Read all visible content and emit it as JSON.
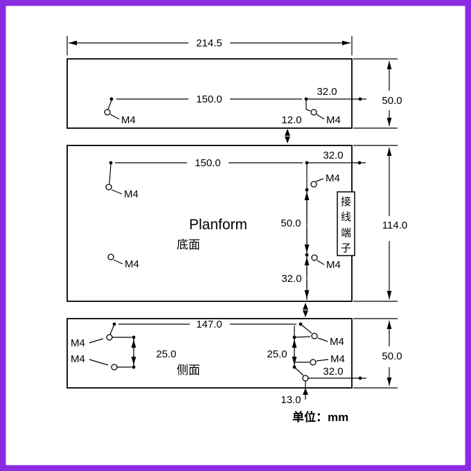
{
  "colors": {
    "frame": "#8A2BE2",
    "ink": "#000000",
    "paper": "#FFFFFF"
  },
  "labels": {
    "m4": "M4",
    "planform": "Planform",
    "bottom_face": "底面",
    "side_face": "侧面",
    "terminal_chars": [
      "接",
      "线",
      "端",
      "子"
    ],
    "unit": "单位：mm"
  },
  "dims": {
    "top": {
      "width": "214.5",
      "height": "50.0",
      "hole_span": "150.0",
      "edge_offset": "32.0",
      "hole_to_edge": "12.0"
    },
    "middle": {
      "height": "114.0",
      "hole_span": "150.0",
      "edge_offset": "32.0",
      "hole_pitch": "50.0",
      "bottom_offset": "32.0"
    },
    "side": {
      "height": "50.0",
      "hole_span": "147.0",
      "left_pitch": "25.0",
      "right_pitch": "25.0",
      "edge_offset": "32.0",
      "bottom_offset": "13.0"
    }
  }
}
